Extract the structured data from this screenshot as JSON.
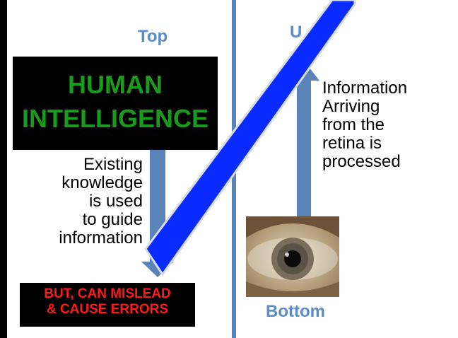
{
  "labels": {
    "top": "Top",
    "up": "U",
    "bottom": "Bottom"
  },
  "human_intelligence": {
    "line1": "HUMAN",
    "line2": "INTELLIGENCE"
  },
  "left_text": [
    "Existing",
    "knowledge",
    "is used",
    "to guide",
    "information"
  ],
  "right_text": [
    "Information",
    "Arriving",
    "from the",
    "retina is",
    "processed"
  ],
  "warning": {
    "line1": "BUT, CAN MISLEAD",
    "line2": "& CAUSE ERRORS"
  },
  "colors": {
    "heading": "#5b8cc8",
    "arrow": "#5a83b8",
    "diagonal": "#0a2bff",
    "hi_text": "#1a9a1a",
    "warning_text": "#ff1a1a"
  }
}
